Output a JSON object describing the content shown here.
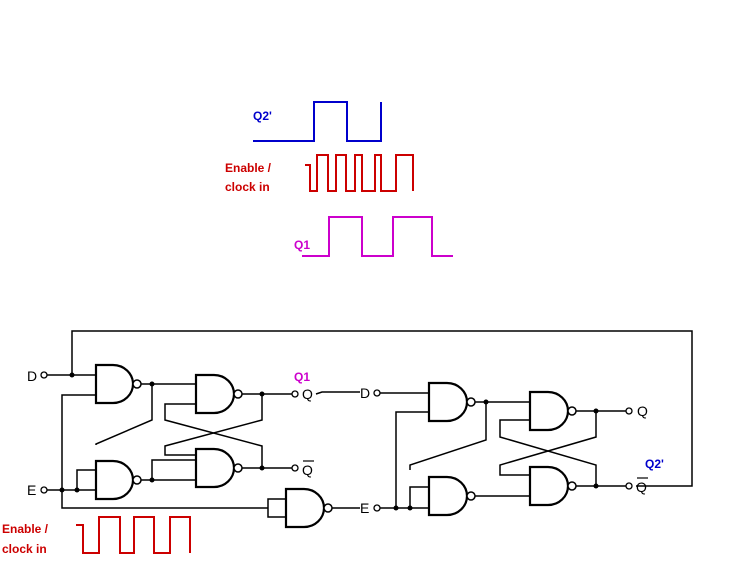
{
  "timing": {
    "q2_label": "Q2'",
    "enable_label_line1": "Enable /",
    "enable_label_line2": "clock in",
    "q1_label": "Q1",
    "colors": {
      "q2": "#0000cc",
      "enable": "#cc0000",
      "q1": "#cc00cc"
    }
  },
  "circuit": {
    "input_d": "D",
    "input_e": "E",
    "latch1_q1_label": "Q1",
    "latch1_q": "Q",
    "latch1_qbar": "Q",
    "latch2_d": "D",
    "latch2_e": "E",
    "latch2_q": "Q",
    "latch2_qbar": "Q",
    "latch2_q2_label": "Q2'",
    "enable_label_line1": "Enable /",
    "enable_label_line2": "clock in"
  }
}
